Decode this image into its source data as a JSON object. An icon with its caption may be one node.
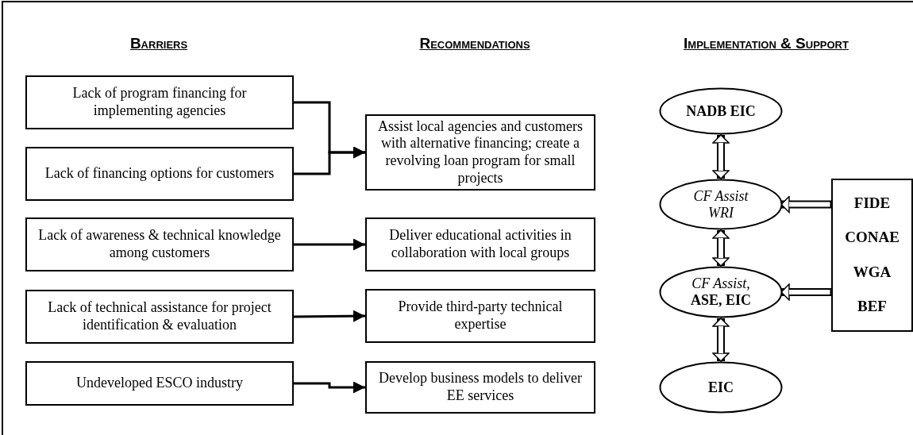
{
  "diagram": {
    "nodes": [
      {
        "text": [
          "Lack of program financing for implementing agencies"
        ]
      },
      {
        "text": [
          "Lack of financing options for customers"
        ]
      },
      {
        "text": [
          "Lack of awareness & technical knowledge among customers"
        ]
      },
      {
        "text": [
          "Lack of technical assistance for project identification & evaluation"
        ]
      },
      {
        "text": [
          "Undeveloped ESCO industry"
        ]
      },
      {
        "text": [
          "Assist local agencies and customers with alternative financing; create a revolving loan program for small projects"
        ]
      },
      {
        "text": [
          "Deliver educational activities in collaboration with local groups"
        ]
      },
      {
        "text": [
          "Provide third-party technical expertise"
        ]
      },
      {
        "text": [
          "Develop business models to deliver EE services"
        ]
      },
      {
        "text": [
          "NADB EIC"
        ]
      },
      {
        "text": [
          "CF Assist WRI"
        ]
      },
      {
        "text": [
          "*CF Assist,* **ASE, EIC**"
        ]
      },
      {
        "text": [
          "EIC"
        ]
      },
      {
        "text": [
          "FIDE",
          "CONAE",
          "WGA",
          "BEF"
        ]
      }
    ],
    "edges": [
      {
        "from": 0,
        "to": 5,
        "arrow": "to"
      },
      {
        "from": 1,
        "to": 5,
        "arrow": "to"
      },
      {
        "from": 2,
        "to": 6,
        "arrow": "to"
      },
      {
        "from": 3,
        "to": 7,
        "arrow": "to"
      },
      {
        "from": 4,
        "to": 8,
        "arrow": "to"
      },
      {
        "from": 9,
        "to": 10,
        "arrow": "both",
        "style": "thick"
      },
      {
        "from": 13,
        "to": 10,
        "arrow": "to",
        "style": "thick"
      },
      {
        "from": 10,
        "to": 11,
        "arrow": "both",
        "style": "thick"
      },
      {
        "from": 13,
        "to": 11,
        "arrow": "to",
        "style": "thick"
      },
      {
        "from": 11,
        "to": 12,
        "arrow": "both",
        "style": "thick"
      }
    ],
    "labels": [
      "Barriers",
      "Recommendations",
      "Implementation & Support"
    ]
  }
}
